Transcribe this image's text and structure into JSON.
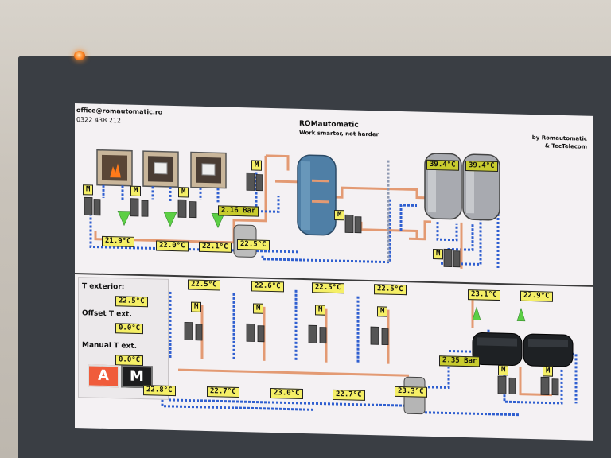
{
  "header": {
    "email": "office@romautomatic.ro",
    "phone": "0322 438 212",
    "title": "ROMautomatic",
    "tagline": "Work smarter, not harder",
    "by_line1": "by Romautomatic",
    "by_line2": "& TecTelecom"
  },
  "top": {
    "tank_temp_left": "39.4°C",
    "tank_temp_right": "39.4°C",
    "pressure": "2.16 Bar",
    "temp_boiler1": "21.9°C",
    "temp_boiler2": "22.0°C",
    "temp_boiler3": "22.1°C",
    "temp_collector": "22.5°C",
    "motor_label": "M"
  },
  "panel": {
    "t_exterior_label": "T exterior:",
    "t_exterior_value": "22.5°C",
    "offset_label": "Offset T ext.",
    "offset_value": "0.0°C",
    "manual_label": "Manual T ext.",
    "manual_value": "0.0°C",
    "mode_auto": "A",
    "mode_manual": "M"
  },
  "bottom": {
    "zone_temps_top": [
      "22.5°C",
      "22.6°C",
      "22.5°C",
      "22.5°C"
    ],
    "zone_temps_bottom": [
      "22.8°C",
      "22.7°C",
      "23.0°C",
      "22.7°C"
    ],
    "collector_temp": "23.3°C",
    "pressure": "2.35 Bar",
    "chiller_temp_left": "23.1°C",
    "chiller_temp_right": "22.9°C",
    "motor_label": "M"
  }
}
